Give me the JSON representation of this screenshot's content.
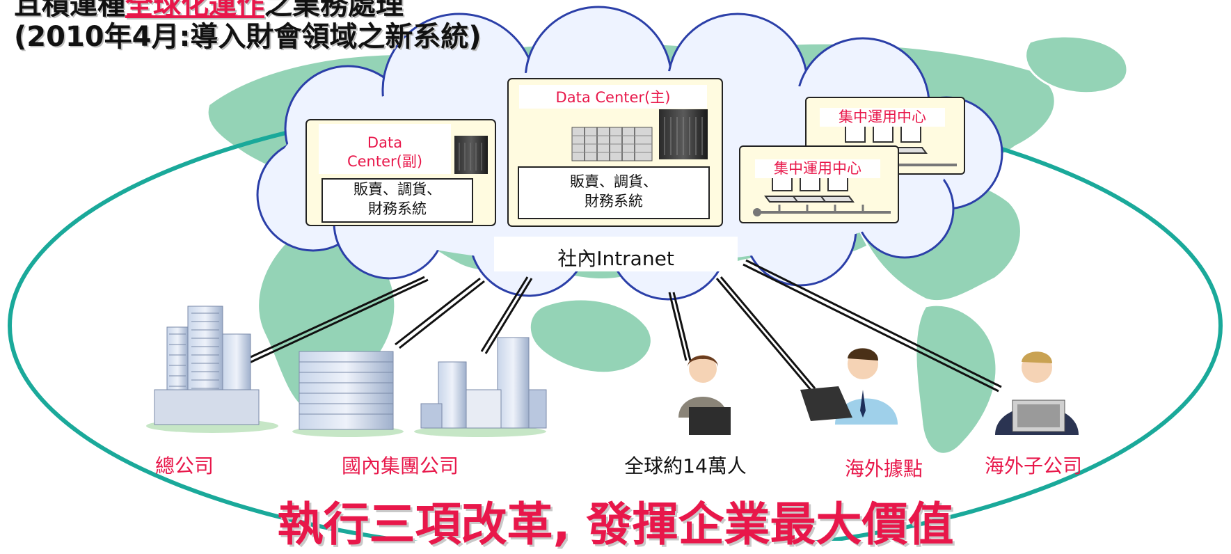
{
  "title": {
    "line1_pre": "且積運種",
    "line1_highlight": "全球化運作",
    "line1_post": "之業務處理",
    "line2": "(2010年4月:導入財會領域之新系統)"
  },
  "datacenters": {
    "main_title": "Data Center(主)",
    "main_system_line1": "販賣、調貨、",
    "main_system_line2": "財務系統",
    "sub_title_line1": "Data",
    "sub_title_line2": "Center(副)",
    "sub_system_line1": "販賣、調貨、",
    "sub_system_line2": "財務系統"
  },
  "ops_centers": {
    "back_label": "集中運用中心",
    "front_label": "集中運用中心"
  },
  "network": {
    "label": "社內Intranet"
  },
  "nodes": {
    "head_office": "總公司",
    "domestic_group": "國內集團公司",
    "global_users": "全球約14萬人",
    "overseas_base": "海外據點",
    "overseas_sub": "海外子公司"
  },
  "slogan": "執行三項改革, 發揮企業最大價值",
  "colors": {
    "accent_red": "#e8174a",
    "ellipse_teal": "#1aa99a",
    "cloud_fill": "#eef3ff",
    "cloud_stroke": "#2b3fa8",
    "box_fill": "#fffbe0",
    "map_green": "#8fd1b3"
  }
}
